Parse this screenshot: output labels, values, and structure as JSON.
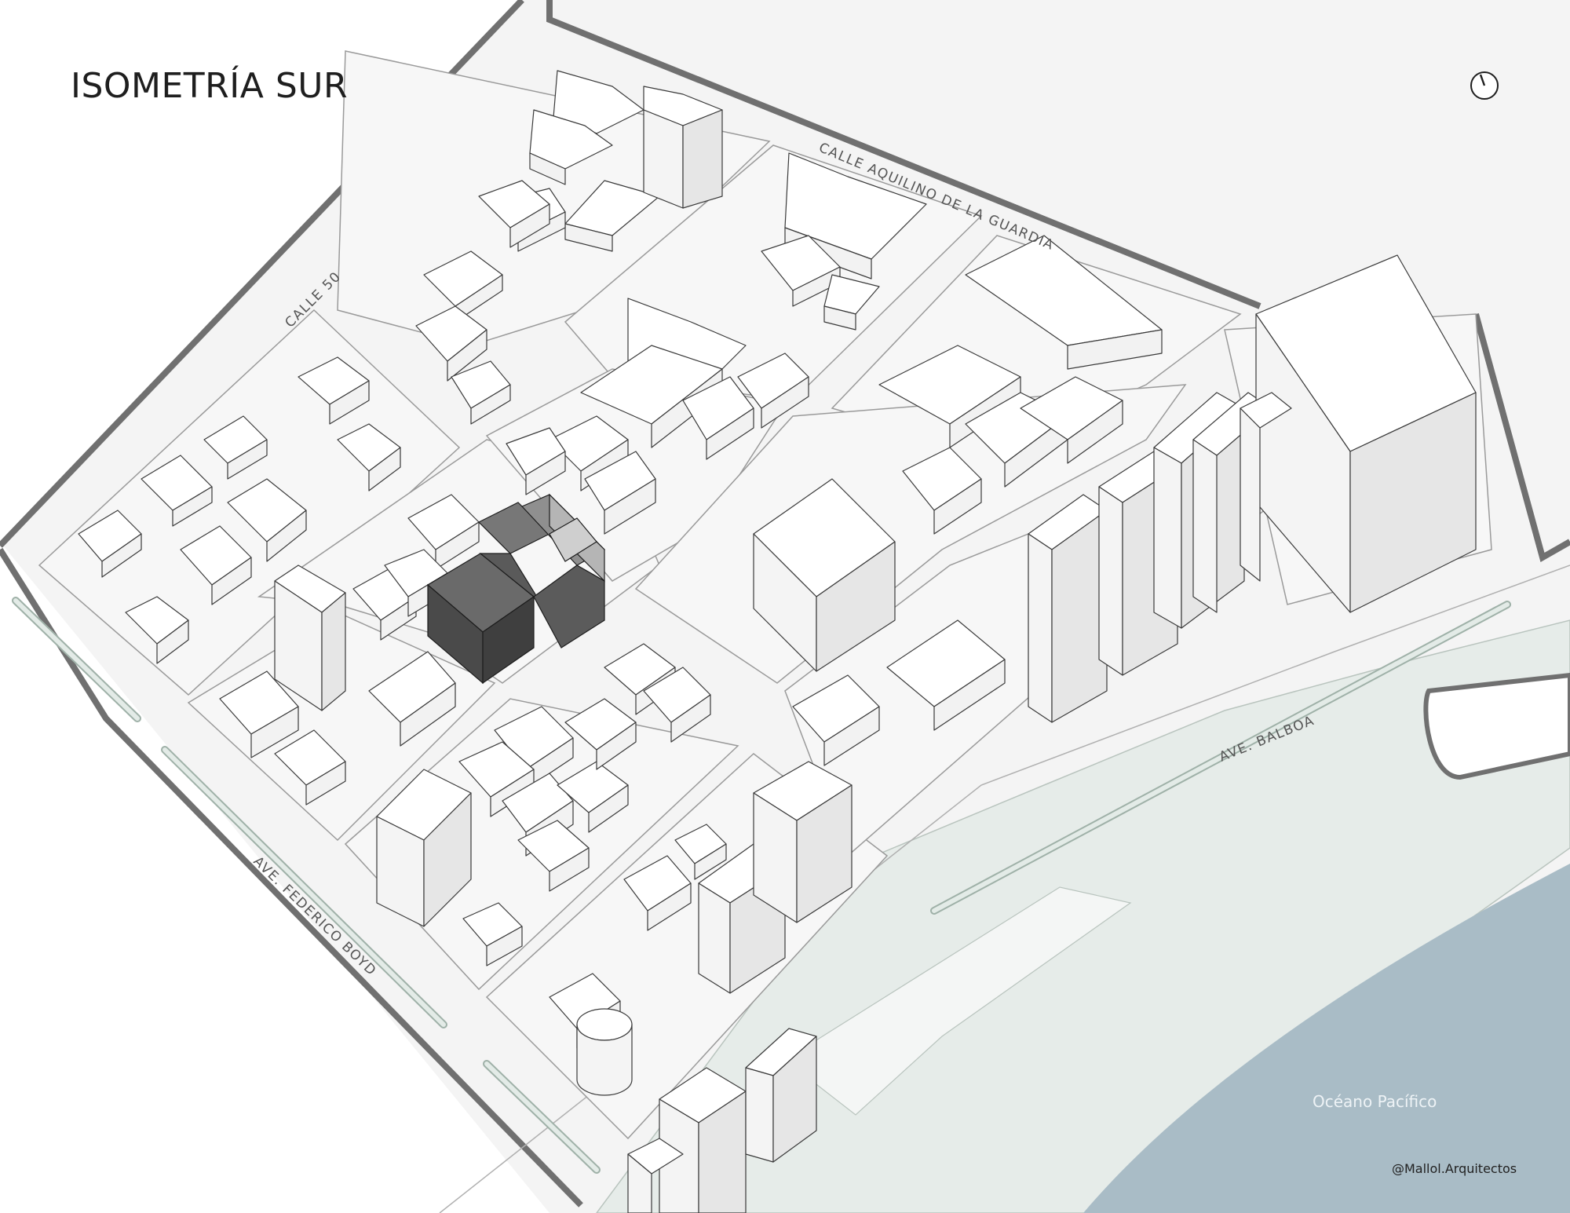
{
  "title": "ISOMETRÍA SUR",
  "streets": {
    "calle_aquilino": "CALLE AQUILINO DE LA GUARDIA",
    "calle_50": "CALLE 50",
    "ave_balboa": "AVE. BALBOA",
    "ave_federico_boyd": "AVE. FEDERICO BOYD"
  },
  "water_label": "Océano Pacífico",
  "credit": "@Mallol.Arquitectos",
  "icons": {
    "compass": "north-arrow-icon"
  },
  "colors": {
    "background": "#ffffff",
    "street_fill": "#f3f3f3",
    "street_edge": "#707070",
    "block_outline": "#9a9a9a",
    "building_top": "#ffffff",
    "building_line": "#3a3a3a",
    "project_building": "#555555",
    "ocean": "#a9bcc6",
    "coastal_park": "#e6ece9"
  }
}
